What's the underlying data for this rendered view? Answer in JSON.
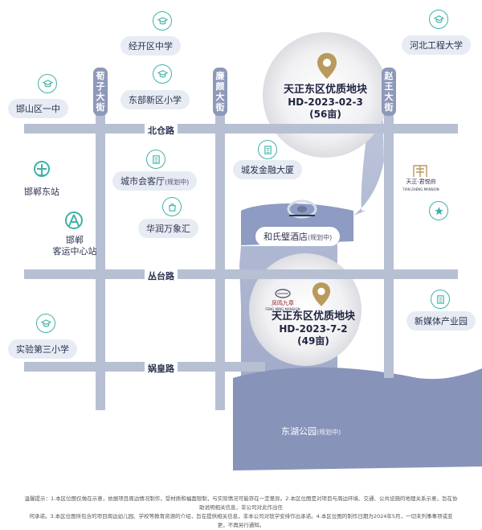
{
  "roads": {
    "beicang": "北仓路",
    "congtai": "丛台路",
    "wahuang": "娲皇路",
    "xunzi": "荀子大街",
    "lianpo": "廉颇大街",
    "zhaowang": "赵王大街"
  },
  "pois": {
    "jingkai_middle": "经开区中学",
    "hebei_eng": "河北工程大学",
    "handan_middle": "邯山区一中",
    "dongbu_primary": "东部新区小学",
    "handan_east_station": "邯郸东站",
    "city_hall": {
      "name": "城市会客厅",
      "note": "(规划中)"
    },
    "chengfa_tower": "城发金融大厦",
    "huarun": "华润万象汇",
    "heshibi": {
      "name": "和氏璧酒店",
      "note": "(规划中)"
    },
    "bus_center": {
      "line1": "邯郸",
      "line2": "客运中心站"
    },
    "new_media": "新媒体产业园",
    "experiment_primary": "实验第三小学",
    "donghu_park": {
      "name": "东湖公园",
      "note": "(规划中)"
    },
    "tianzheng_brand": {
      "name": "天正·君悦府",
      "sub": "TIAN ZHENG MANSION"
    },
    "fengming_brand": {
      "name": "凤鸣九章",
      "sub": "FENG MING MANSION"
    }
  },
  "targets": [
    {
      "title": "天正东区优质地块",
      "code": "HD-2023-02-3",
      "area": "(56亩)"
    },
    {
      "title": "天正东区优质地块",
      "code": "HD-2023-7-2",
      "area": "(49亩)"
    }
  ],
  "disclaimer": {
    "line1": "温馨提示：1.本区位图仅做在示意，依据项目周边情况制作，受材质和幅面限制，与实际情况可能存在一定差异。2.本区位图是对项目与周边环境、交通、公共设施的地理关系示意，旨在协助说明相关信息，非公司对此作出任",
    "line2": "何承诺。3.本区位图所包含的项目周边幼儿园、学校等教育资源的介绍，旨在提供相关信息，非本公司对就学安排作出承诺。4.本区位图的制作日期为2024年5月，一切未列事事项或变更，不再另行通知。"
  },
  "colors": {
    "road": "#b7bfd3",
    "water": "#95a1c4",
    "teal": "#3fb2a6",
    "gold": "#b89a5c",
    "pill": "#e7ebf3"
  }
}
